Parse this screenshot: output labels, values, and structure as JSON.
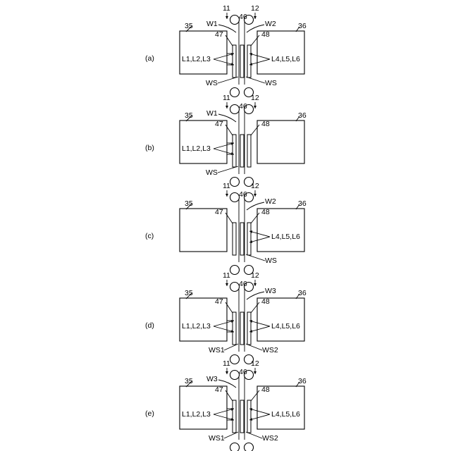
{
  "panels": [
    {
      "label": "(a)",
      "roller_left": "11",
      "roller_right": "12",
      "center_ref": "46",
      "wire_left": "W1",
      "wire_right": "W2",
      "plate_left": "47",
      "plate_right": "48",
      "block_left": "35",
      "block_right": "36",
      "block_left_text": "L1,L2,L3",
      "block_right_text": "L4,L5,L6",
      "ws_left": "WS",
      "ws_right": "WS"
    },
    {
      "label": "(b)",
      "roller_left": "11",
      "roller_right": "12",
      "center_ref": "46",
      "wire_left": "W1",
      "plate_left": "47",
      "plate_right": "48",
      "block_left": "35",
      "block_right": "36",
      "block_left_text": "L1,L2,L3",
      "ws_left": "WS"
    },
    {
      "label": "(c)",
      "roller_left": "11",
      "roller_right": "12",
      "center_ref": "46",
      "wire_right": "W2",
      "plate_left": "47",
      "plate_right": "48",
      "block_left": "35",
      "block_right": "36",
      "block_right_text": "L4,L5,L6",
      "ws_right": "WS"
    },
    {
      "label": "(d)",
      "roller_left": "11",
      "roller_right": "12",
      "center_ref": "46",
      "wire_right": "W3",
      "plate_left": "47",
      "plate_right": "48",
      "block_left": "35",
      "block_right": "36",
      "block_left_text": "L1,L2,L3",
      "block_right_text": "L4,L5,L6",
      "ws_left": "WS1",
      "ws_right": "WS2"
    },
    {
      "label": "(e)",
      "roller_left": "11",
      "roller_right": "12",
      "center_ref": "46",
      "wire_left": "W3",
      "plate_left": "47",
      "plate_right": "48",
      "block_left": "35",
      "block_right": "36",
      "block_left_text": "L1,L2,L3",
      "block_right_text": "L4,L5,L6",
      "ws_left": "WS1",
      "ws_right": "WS2"
    }
  ]
}
